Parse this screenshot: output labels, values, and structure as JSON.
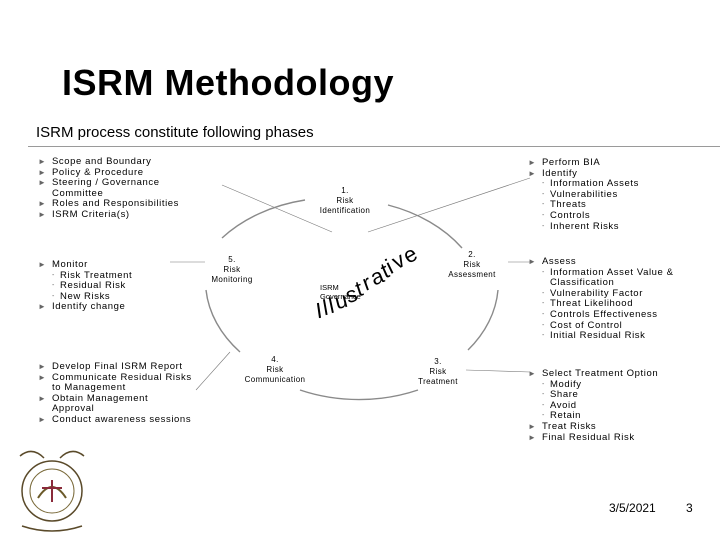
{
  "title": "ISRM Methodology",
  "subtitle": "ISRM process constitute following phases",
  "left_top": [
    {
      "t": "a",
      "text": "Scope and Boundary"
    },
    {
      "t": "a",
      "text": "Policy & Procedure"
    },
    {
      "t": "a",
      "text": "Steering / Governance"
    },
    {
      "t": "c",
      "text": "Committee"
    },
    {
      "t": "a",
      "text": "Roles and Responsibilities"
    },
    {
      "t": "a",
      "text": "ISRM Criteria(s)"
    }
  ],
  "left_mid": [
    {
      "t": "a",
      "text": "Monitor"
    },
    {
      "t": "s",
      "text": "Risk Treatment"
    },
    {
      "t": "s",
      "text": "Residual Risk"
    },
    {
      "t": "s",
      "text": "New Risks"
    },
    {
      "t": "a",
      "text": "Identify change"
    }
  ],
  "left_bot": [
    {
      "t": "a",
      "text": "Develop Final ISRM Report"
    },
    {
      "t": "a",
      "text": "Communicate Residual Risks"
    },
    {
      "t": "c",
      "text": "to Management"
    },
    {
      "t": "a",
      "text": "Obtain Management"
    },
    {
      "t": "c",
      "text": "Approval"
    },
    {
      "t": "a",
      "text": "Conduct awareness sessions"
    }
  ],
  "right_top": [
    {
      "t": "a",
      "text": "Perform BIA"
    },
    {
      "t": "a",
      "text": "Identify"
    },
    {
      "t": "s",
      "text": "Information Assets"
    },
    {
      "t": "s",
      "text": "Vulnerabilities"
    },
    {
      "t": "s",
      "text": "Threats"
    },
    {
      "t": "s",
      "text": "Controls"
    },
    {
      "t": "s",
      "text": "Inherent Risks"
    }
  ],
  "right_mid": [
    {
      "t": "a",
      "text": "Assess"
    },
    {
      "t": "s",
      "text": "Information Asset Value &"
    },
    {
      "t": "c2",
      "text": "Classification"
    },
    {
      "t": "s",
      "text": "Vulnerability Factor"
    },
    {
      "t": "s",
      "text": "Threat Likelihood"
    },
    {
      "t": "s",
      "text": "Controls Effectiveness"
    },
    {
      "t": "s",
      "text": "Cost of Control"
    },
    {
      "t": "s",
      "text": "Initial Residual Risk"
    }
  ],
  "right_bot": [
    {
      "t": "a",
      "text": "Select Treatment Option"
    },
    {
      "t": "s",
      "text": "Modify"
    },
    {
      "t": "s",
      "text": "Share"
    },
    {
      "t": "s",
      "text": "Avoid"
    },
    {
      "t": "s",
      "text": "Retain"
    },
    {
      "t": "a",
      "text": "Treat Risks"
    },
    {
      "t": "a",
      "text": "Final Residual Risk"
    }
  ],
  "phases": {
    "p1": [
      "1.",
      "Risk",
      "Identification"
    ],
    "p2": [
      "2.",
      "Risk",
      "Assessment"
    ],
    "p3": [
      "3.",
      "Risk",
      "Treatment"
    ],
    "p4": [
      "4.",
      "Risk",
      "Communication"
    ],
    "p5": [
      "5.",
      "Risk",
      "Monitoring"
    ]
  },
  "watermark": [
    "I",
    "l",
    "l",
    "u",
    "s",
    "t",
    "r",
    "a",
    "t",
    "i",
    "v",
    "e"
  ],
  "center": [
    "ISRM",
    "Governance"
  ],
  "footer": {
    "date": "3/5/2021",
    "page": "3"
  },
  "colors": {
    "ring": "#8a8a8a",
    "connector": "#777777",
    "rule": "#9a9a9a"
  }
}
